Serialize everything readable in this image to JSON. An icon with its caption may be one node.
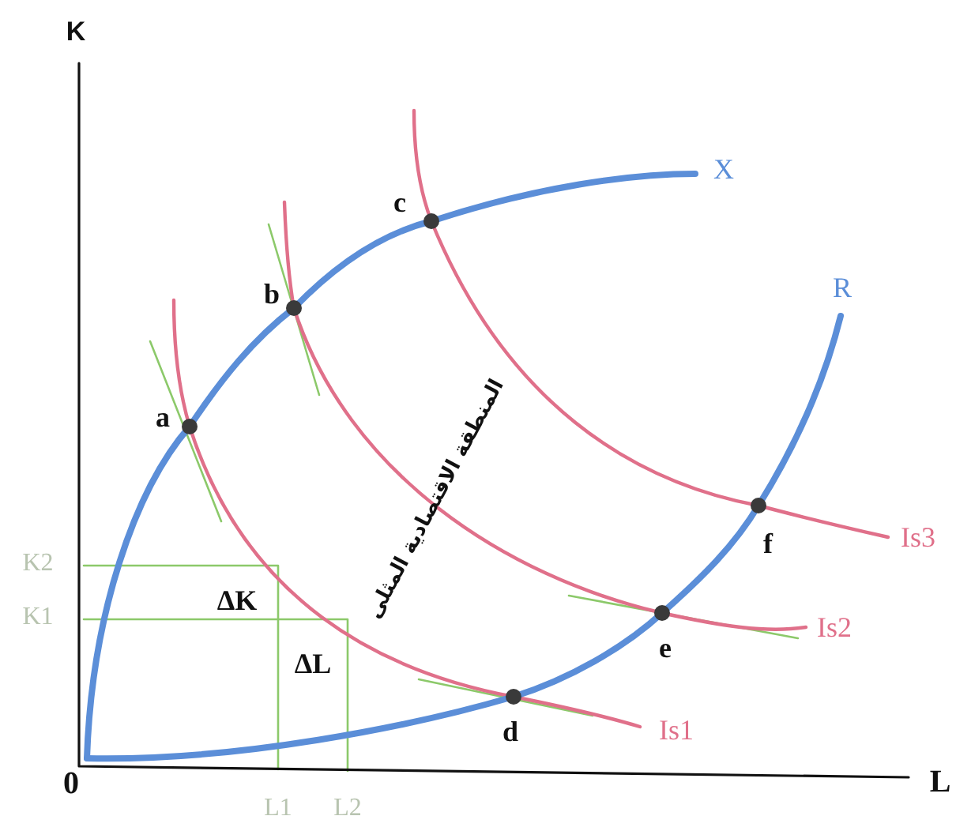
{
  "diagram": {
    "labels": [
      "K",
      "X",
      "c",
      "b",
      "R",
      "a",
      "المنطقة الاقتصادية المثلى",
      "f",
      "Is3",
      "K2",
      "ΔK",
      "K1",
      "e",
      "Is2",
      "ΔL",
      "d",
      "Is1",
      "0",
      "L",
      "L1",
      "L2"
    ]
  }
}
